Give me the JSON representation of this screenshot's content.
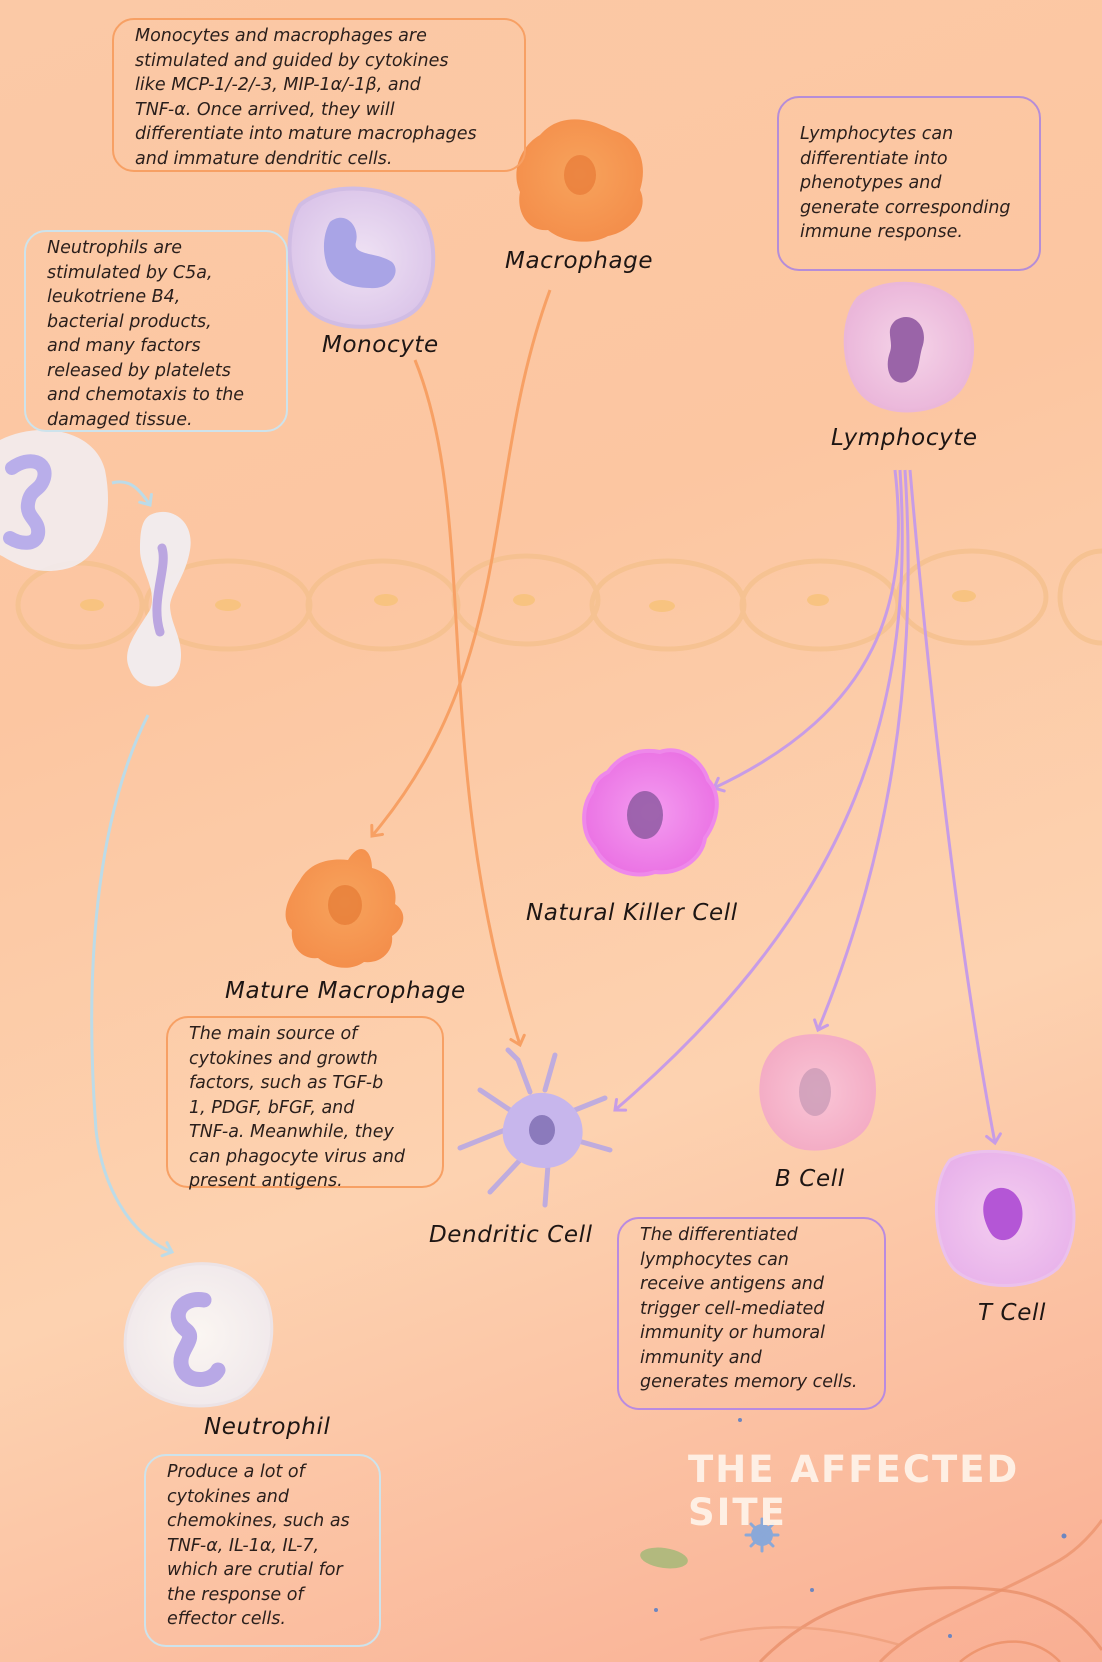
{
  "colors": {
    "background_top": "#fbc9a6",
    "background_bottom": "#f9ae93",
    "macrophage_orange": "#f7a064",
    "neutrophil_blue": "#c8e0ec",
    "lymphocyte_purple": "#b98be0"
  },
  "boxes": {
    "monocyte_macrophage": "Monocytes and macrophages are\nstimulated and guided by cytokines\nlike MCP-1/-2/-3, MIP-1α/-1β, and\nTNF-α. Once arrived, they will\ndifferentiate into mature macrophages\nand immature dendritic cells.",
    "neutrophil_chemotaxis": "Neutrophils are\nstimulated by C5a,\nleukotriene B4,\nbacterial products,\nand many factors\nreleased by platelets\nand chemotaxis to the\ndamaged tissue.",
    "lymphocyte_diff": "Lymphocytes can\ndifferentiate into\nphenotypes and\ngenerate corresponding\nimmune response.",
    "mature_macrophage_source": "The main source of\ncytokines and growth\nfactors, such as TGF-b\n1, PDGF, bFGF, and\nTNF-a. Meanwhile, they\ncan phagocyte virus and\npresent antigens.",
    "differentiated_lymphocytes": "The differentiated\nlymphocytes can\nreceive antigens and\ntrigger cell-mediated\nimmunity or humoral\nimmunity and\ngenerates memory cells.",
    "neutrophil_cytokines": "Produce a lot of\ncytokines and\nchemokines, such as\nTNF-α, IL-1α, IL-7,\nwhich are crutial for\nthe response of\neffector cells."
  },
  "cells": {
    "macrophage": "Macrophage",
    "monocyte": "Monocyte",
    "lymphocyte": "Lymphocyte",
    "natural_killer_cell": "Natural Killer Cell",
    "mature_macrophage": "Mature Macrophage",
    "dendritic_cell": "Dendritic Cell",
    "b_cell": "B Cell",
    "t_cell": "T Cell",
    "neutrophil": "Neutrophil"
  },
  "site_title": "THE AFFECTED SITE"
}
